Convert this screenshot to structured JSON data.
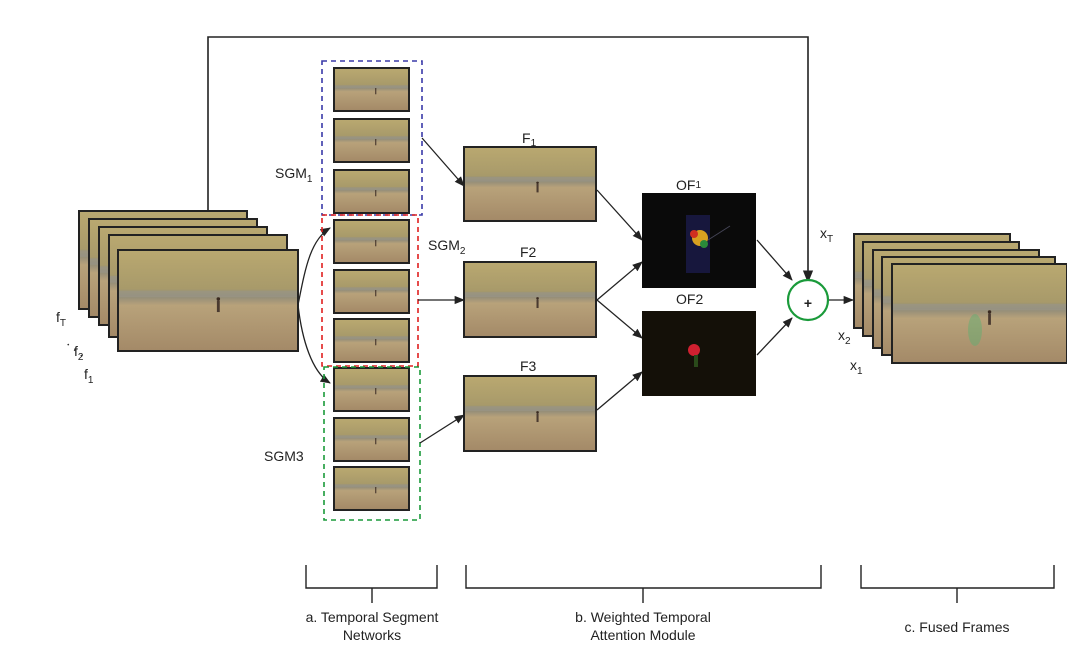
{
  "input": {
    "f_top": "f",
    "f_top_sub": "T",
    "f_mid": "f",
    "f_mid_sub": "2",
    "f_bot": "f",
    "f_bot_sub": "1",
    "dots": "·  ·  ·"
  },
  "segments": [
    {
      "label": "SGM",
      "sub": "1",
      "color": "#3a3aa8"
    },
    {
      "label": "SGM",
      "sub": "2",
      "color": "#e02020"
    },
    {
      "label": "SGM3",
      "sub": "",
      "color": "#1a9a3a"
    }
  ],
  "features": [
    {
      "label": "F",
      "sub": "1",
      "color": "#3a3aa8"
    },
    {
      "label": "F2",
      "sub": "",
      "color": "#e02020"
    },
    {
      "label": "F3",
      "sub": "",
      "color": "#1a9a3a"
    }
  ],
  "optical_flow": [
    {
      "label": "OF",
      "sub": "1"
    },
    {
      "label": "OF2",
      "sub": ""
    }
  ],
  "fusion": {
    "symbol": "+",
    "color": "#1a9a3a"
  },
  "output": {
    "xT": "x",
    "xT_sub": "T",
    "x2": "x",
    "x2_sub": "2",
    "x1": "x",
    "x1_sub": "1"
  },
  "sections": [
    {
      "line1": "a. Temporal Segment",
      "line2": "Networks"
    },
    {
      "line1": "b. Weighted Temporal",
      "line2": "Attention Module"
    },
    {
      "line1": "c. Fused Frames",
      "line2": ""
    }
  ]
}
